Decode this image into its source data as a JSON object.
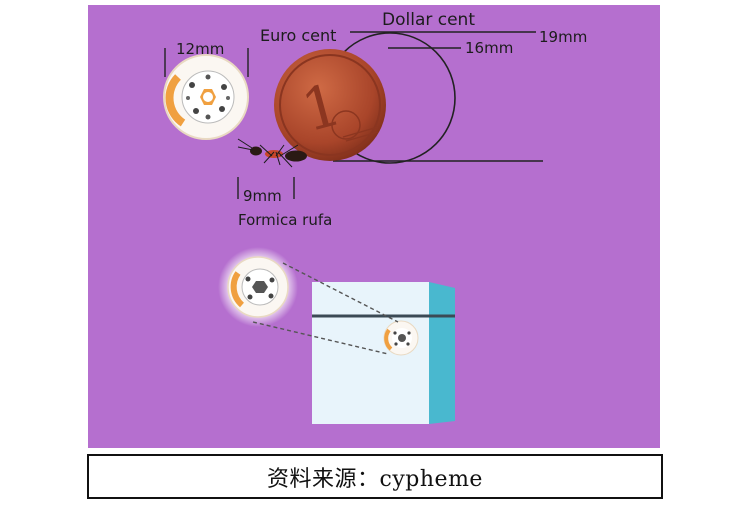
{
  "labels": {
    "dollar_cent": "Dollar cent",
    "euro_cent": "Euro cent",
    "size_19": "19mm",
    "size_16": "16mm",
    "size_12": "12mm",
    "size_9": "9mm",
    "ant_species": "Formica rufa"
  },
  "coin_digit": "1",
  "colors": {
    "background": "#b56fcf",
    "copper": "#b04a2c",
    "tag_orange": "#f0a040",
    "box_face": "#e8f4fb",
    "box_side": "#49b8cf"
  },
  "caption": "资料来源：cypheme"
}
